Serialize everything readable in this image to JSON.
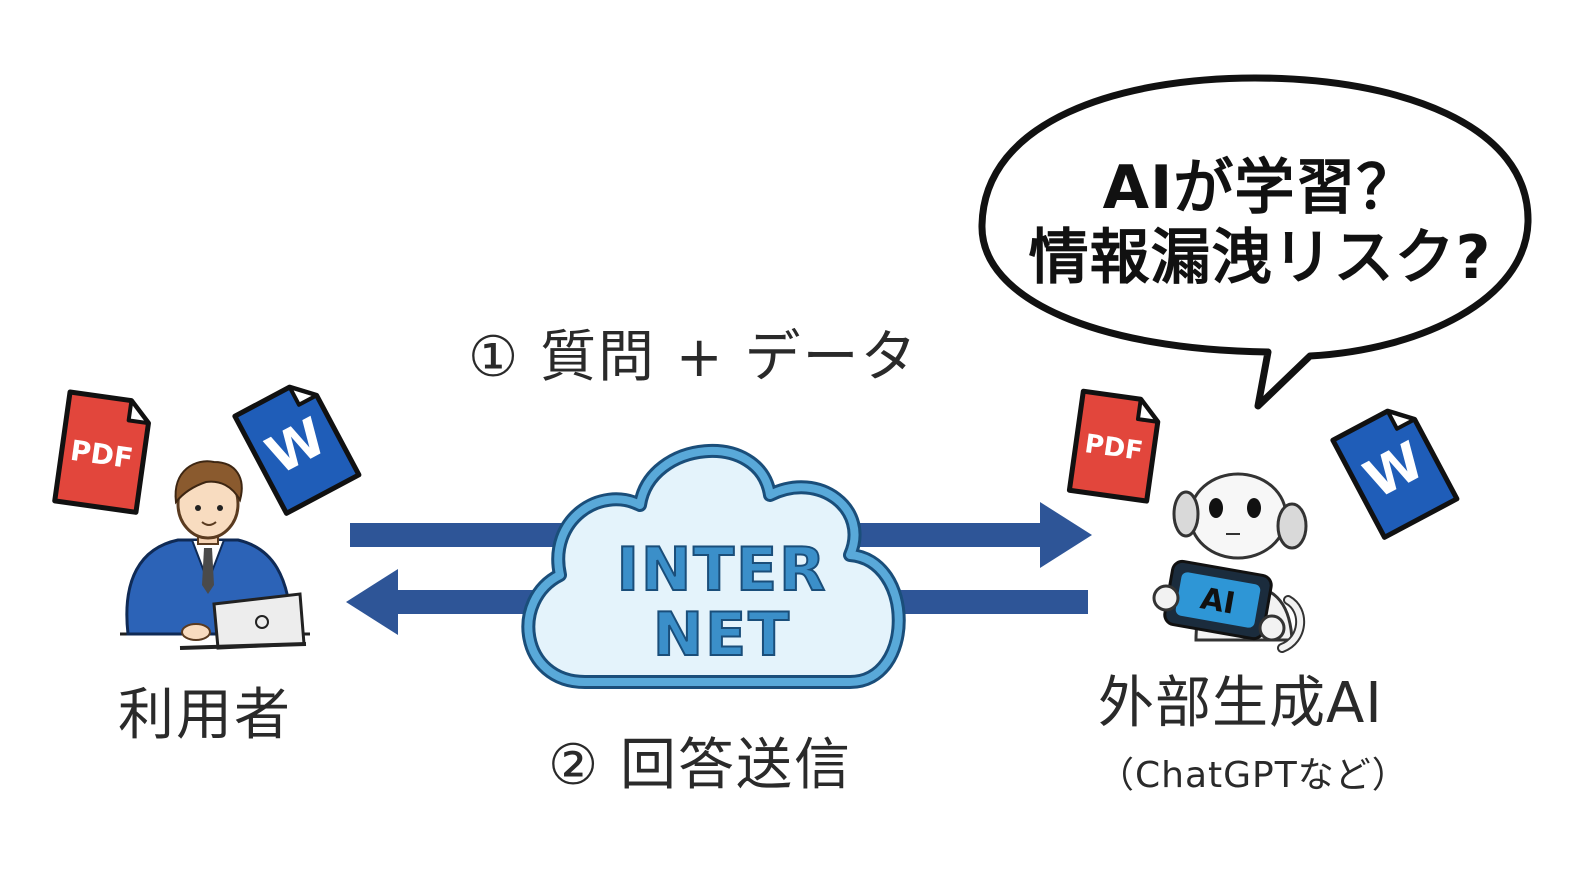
{
  "labels": {
    "step1": "① 質問 + データ",
    "step2": "② 回答送信",
    "user": "利用者",
    "ai": "外部生成AI",
    "ai_sub": "（ChatGPTなど）"
  },
  "bubble": {
    "line1": "AIが学習？",
    "line2": "情報漏洩リスク?"
  },
  "cloud": {
    "line1": "INTER",
    "line2": "NET"
  },
  "documents": {
    "pdf": "PDF",
    "word": "W"
  },
  "tablet": {
    "label": "AI"
  },
  "colors": {
    "arrow": "#2e5597",
    "cloud_outer": "#3b8fc9",
    "cloud_fill": "#e4f3fb",
    "cloud_text": "#2a6fa0",
    "pdf": "#e2463c",
    "word": "#1f5db8",
    "suit": "#2c63b7"
  }
}
